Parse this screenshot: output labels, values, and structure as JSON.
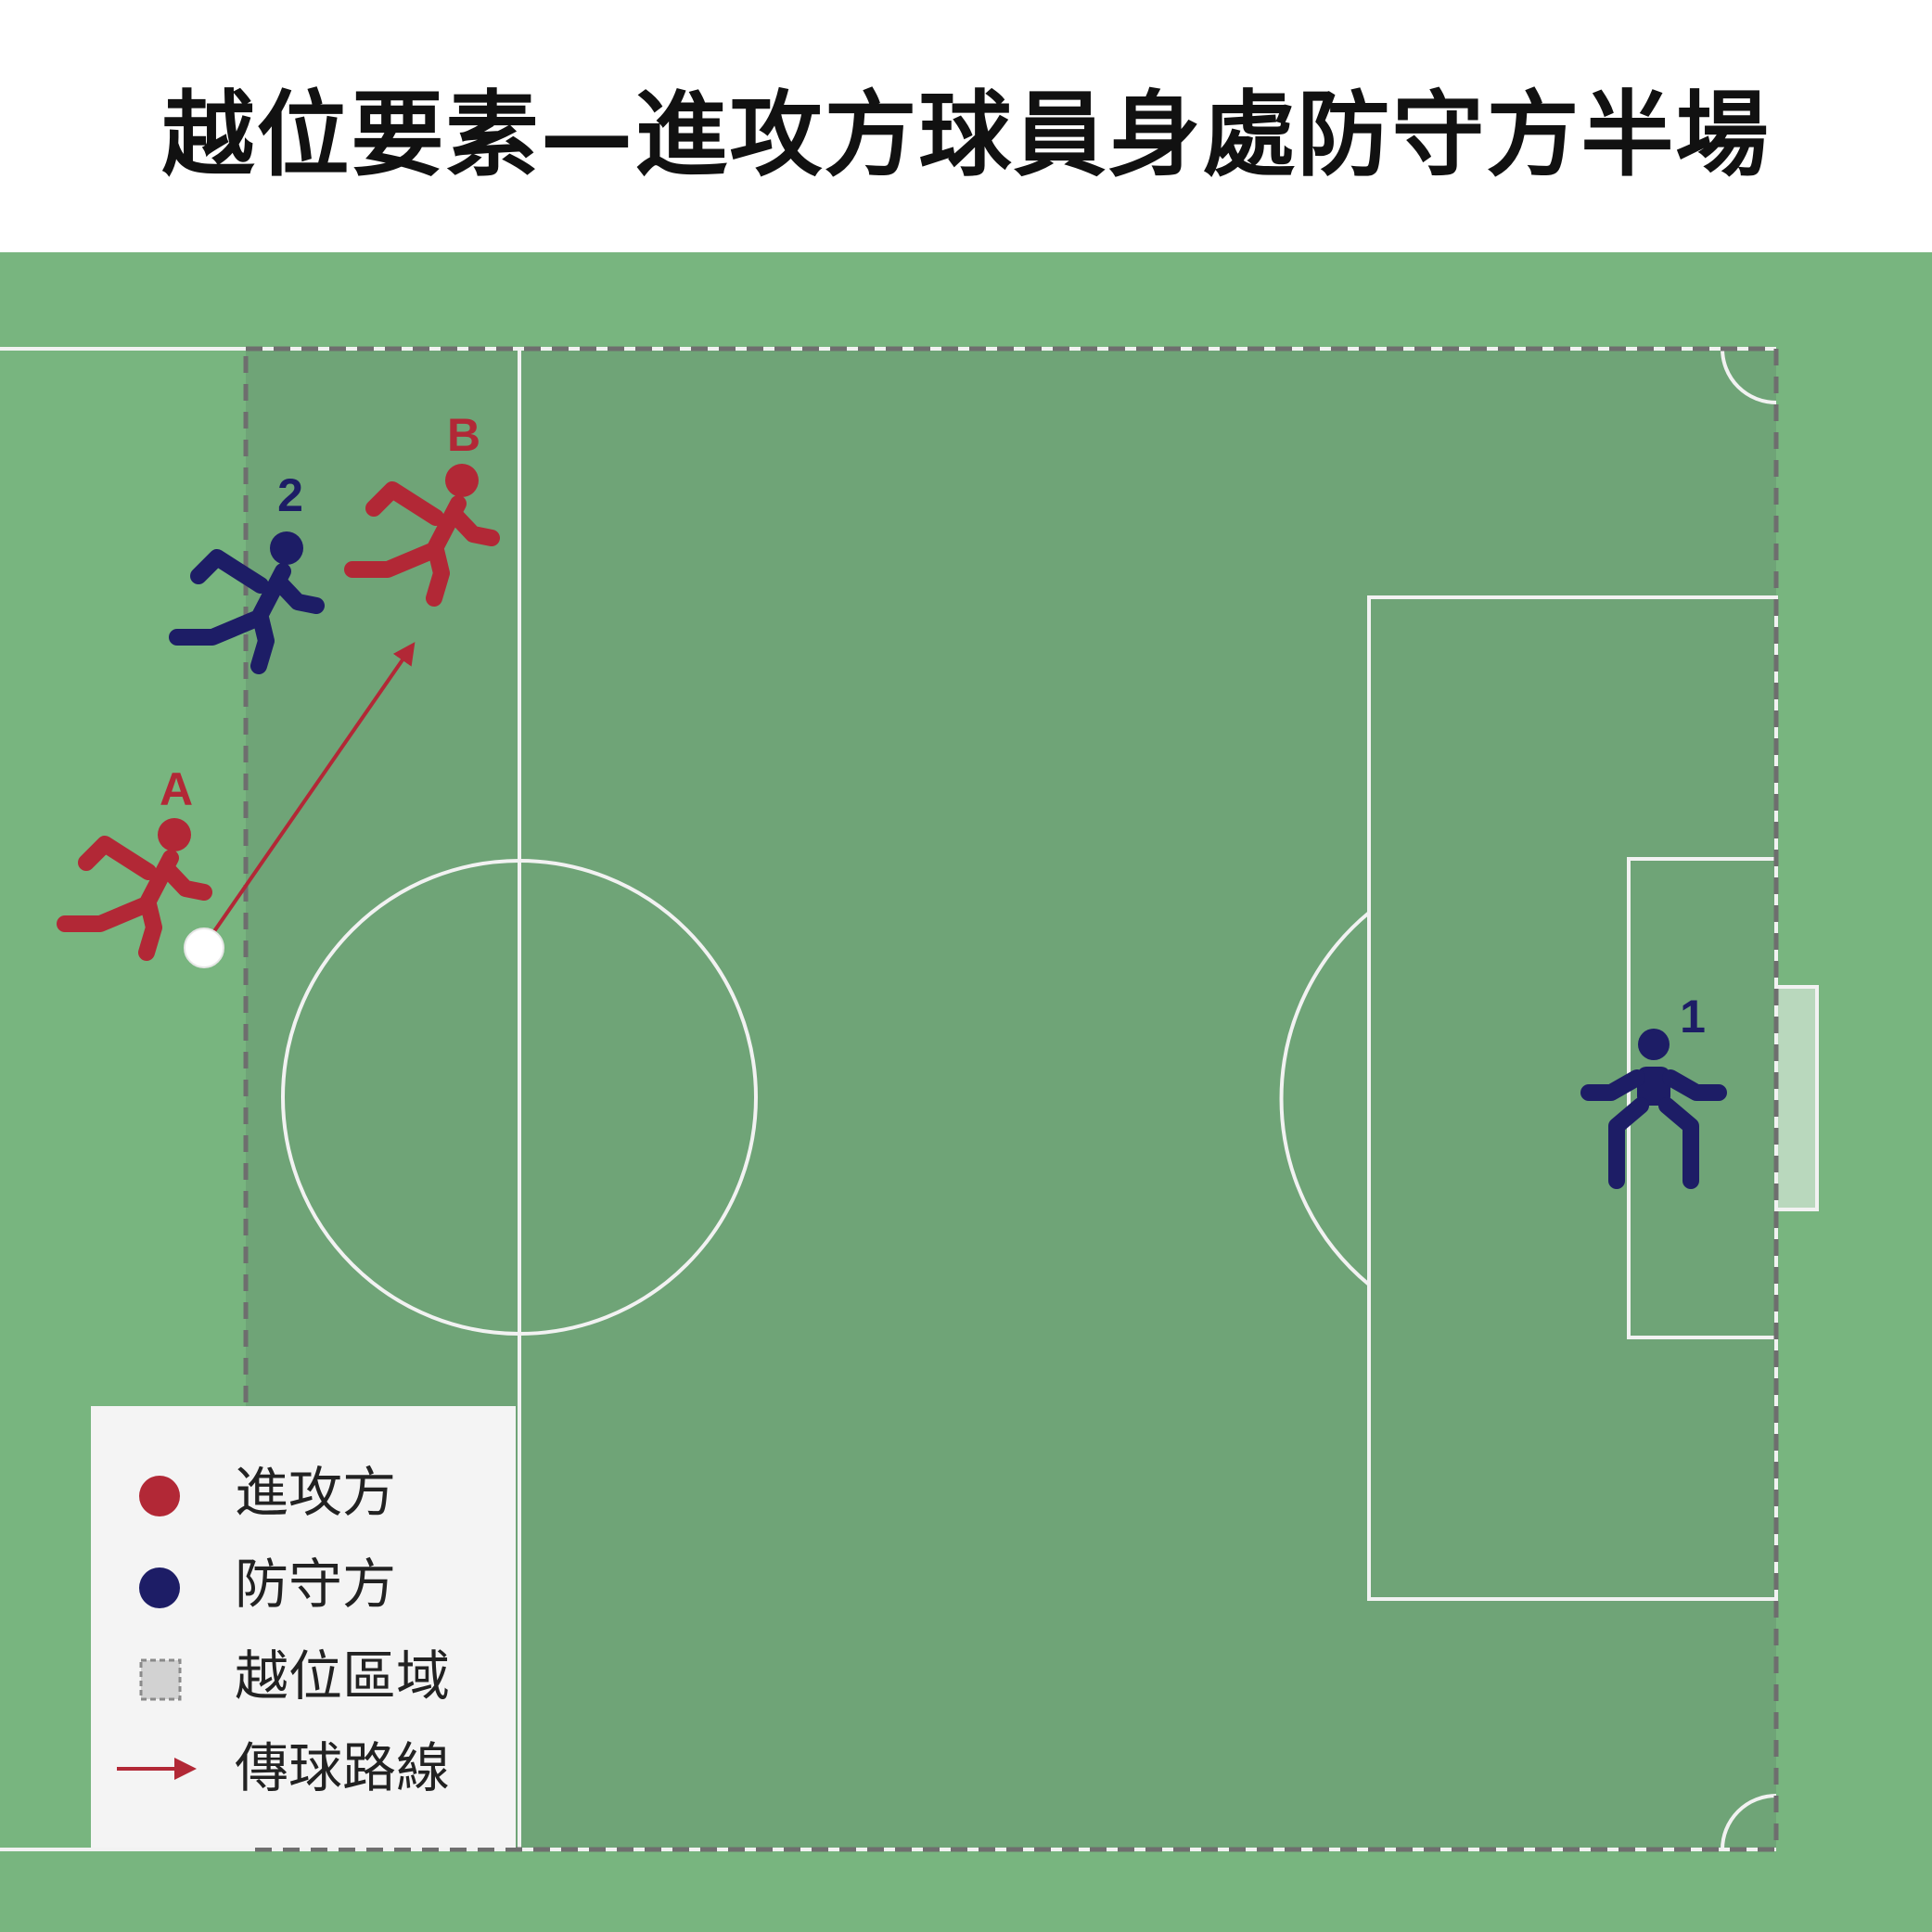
{
  "title": "越位要素—進攻方球員身處防守方半場",
  "colors": {
    "attacker": "#b22836",
    "defender": "#1d1d66",
    "pitch": "#78b57f",
    "offside_zone": "#6fa477",
    "lines": "#f2f2f2",
    "dashed_border": "#6e6e6e"
  },
  "players": [
    {
      "label": "A",
      "team": "attacker",
      "pose": "running"
    },
    {
      "label": "B",
      "team": "attacker",
      "pose": "running"
    },
    {
      "label": "2",
      "team": "defender",
      "pose": "running"
    },
    {
      "label": "1",
      "team": "defender",
      "pose": "goalkeeper"
    }
  ],
  "pass": {
    "from": "A",
    "to": "B"
  },
  "legend": {
    "attacker": "進攻方",
    "defender": "防守方",
    "offside_zone": "越位區域",
    "pass_route": "傳球路線"
  }
}
